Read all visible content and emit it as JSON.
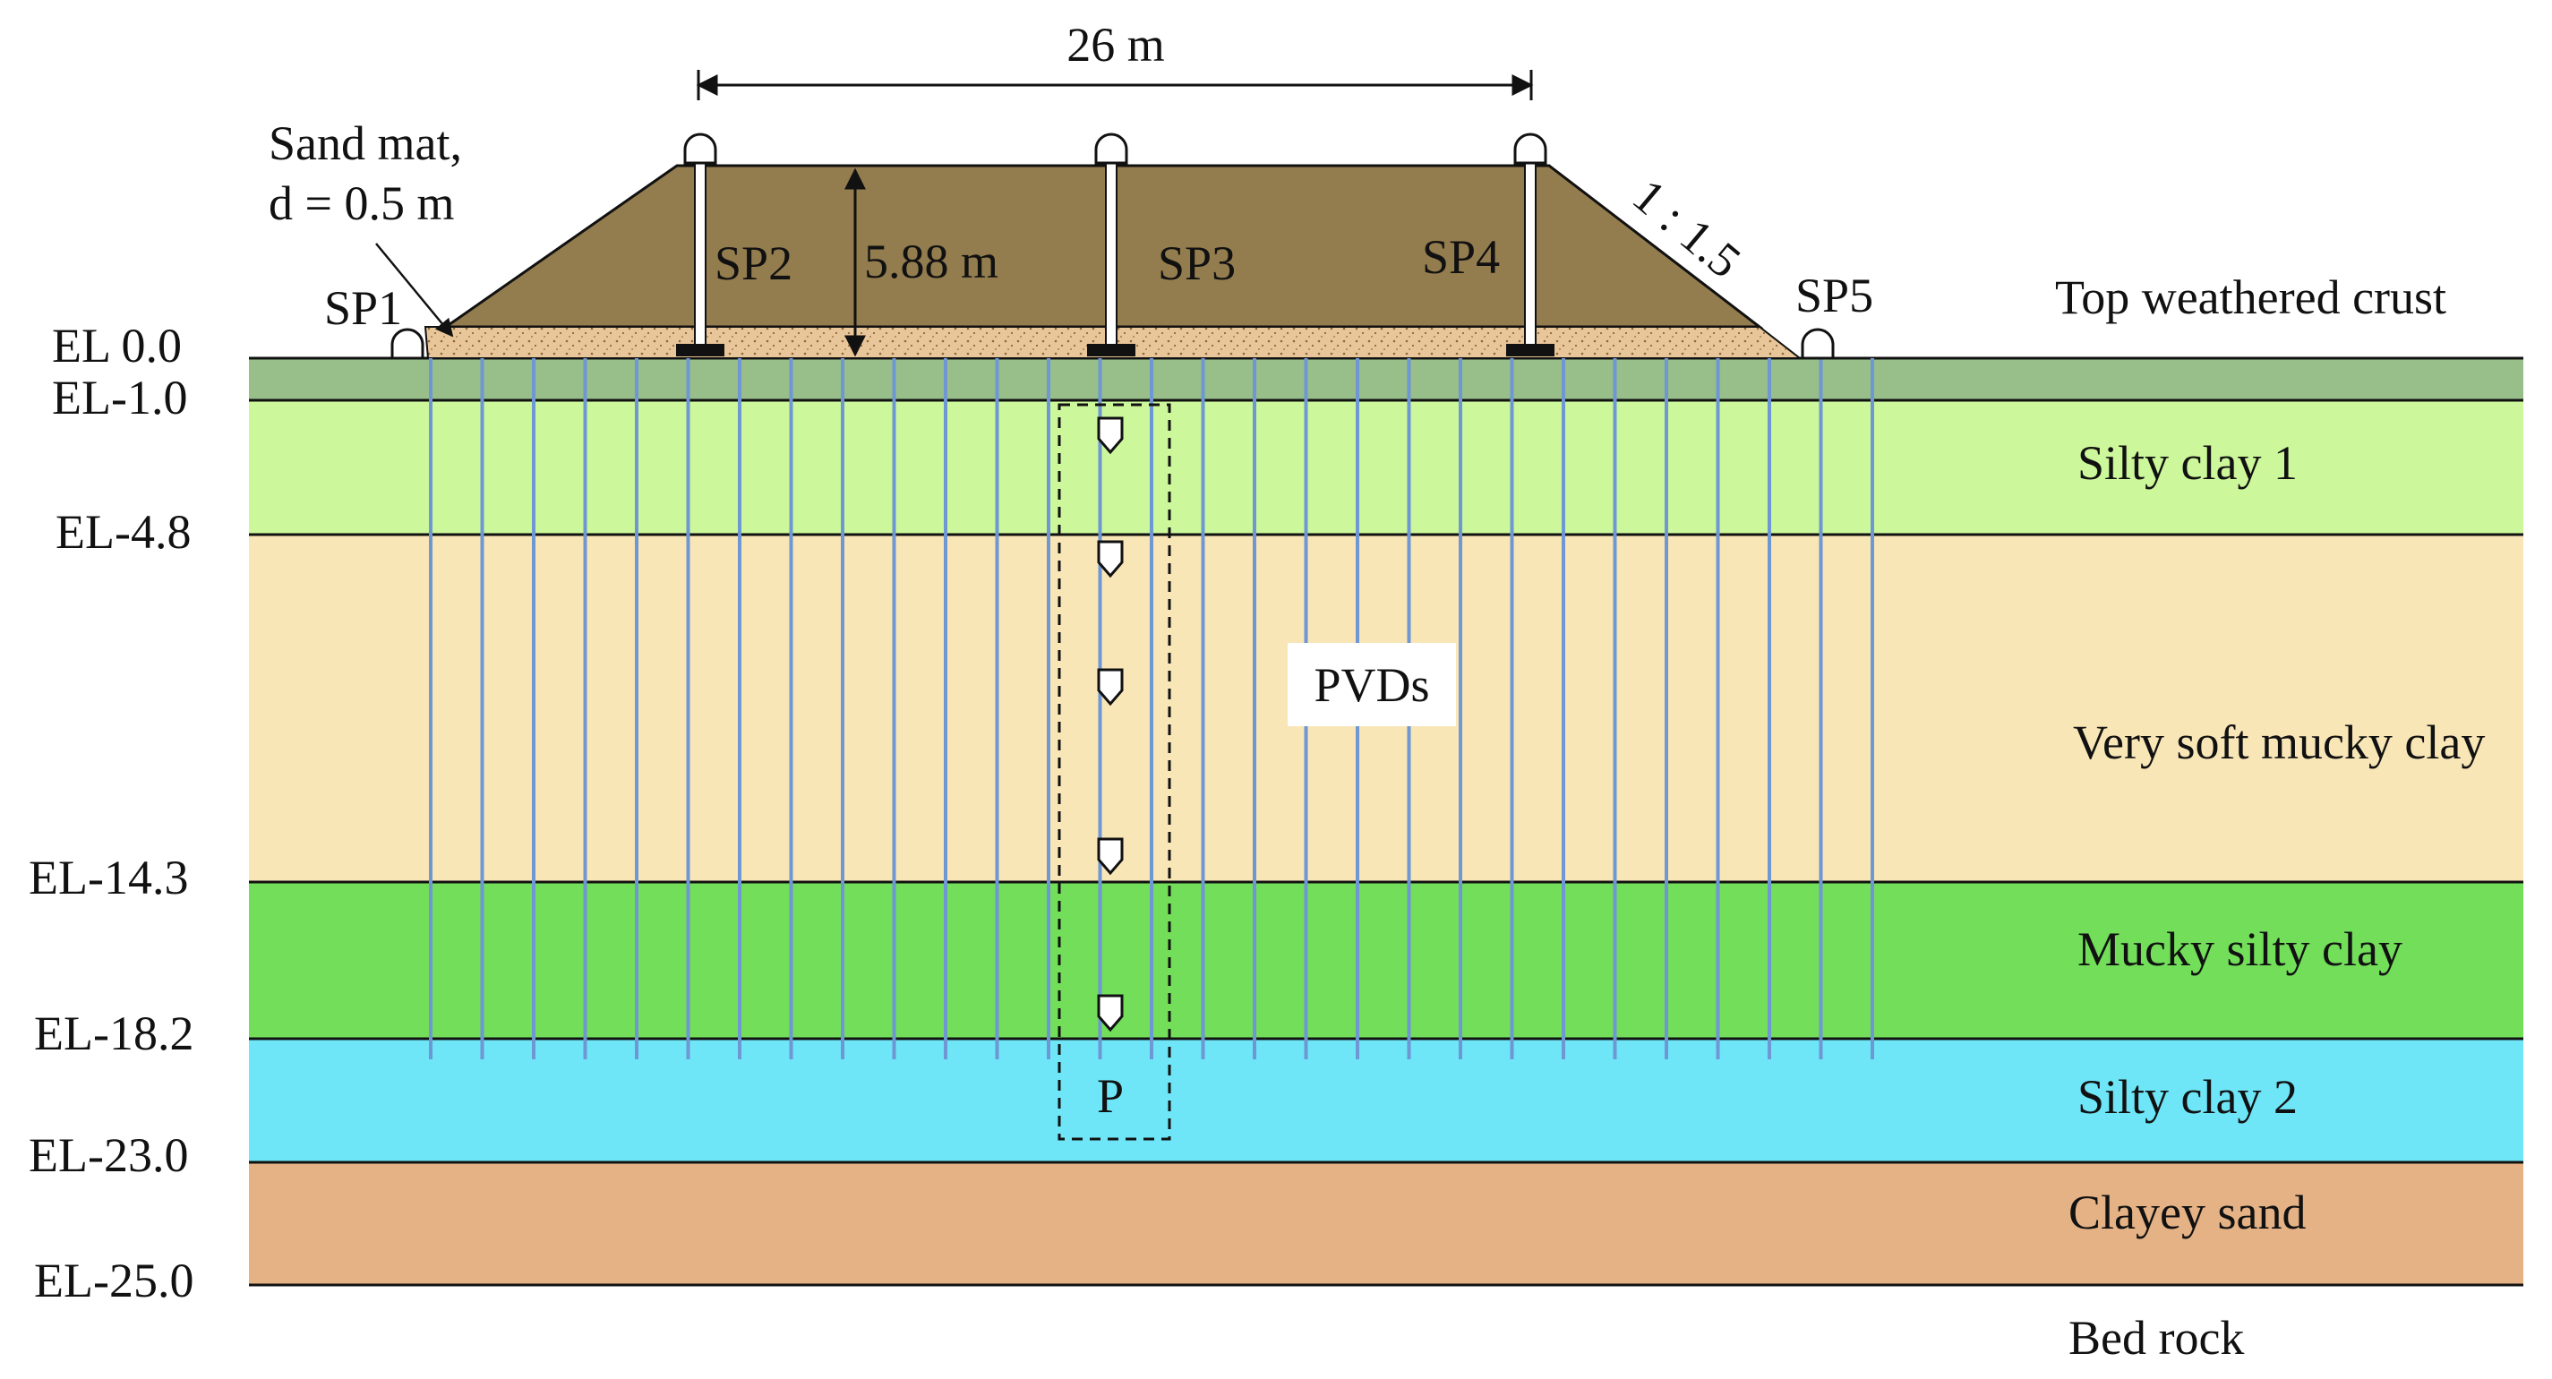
{
  "dimensions": {
    "top_width": "26 m",
    "height": "5.88 m",
    "slope": "1 : 1.5"
  },
  "sand_mat": {
    "line1": "Sand mat,",
    "line2": "d = 0.5 m"
  },
  "settlement_plates": [
    "SP1",
    "SP2",
    "SP3",
    "SP4",
    "SP5"
  ],
  "elevations": [
    "EL 0.0",
    "EL-1.0",
    "EL-4.8",
    "EL-14.3",
    "EL-18.2",
    "EL-23.0",
    "EL-25.0"
  ],
  "layers": [
    {
      "name": "Top weathered crust",
      "color": "#98BE8A"
    },
    {
      "name": "Silty clay 1",
      "color": "#CCF79A"
    },
    {
      "name": "Very soft mucky clay",
      "color": "#F9E6B7"
    },
    {
      "name": "Mucky silty clay",
      "color": "#72DE5A"
    },
    {
      "name": "Silty clay 2",
      "color": "#6EE6F8"
    },
    {
      "name": "Clayey sand",
      "color": "#E4B285"
    },
    {
      "name": "Bed rock",
      "color": "#FFFFFF"
    }
  ],
  "pvd_label": "PVDs",
  "piezometer_label": "P",
  "colors": {
    "embankment": "#937C4E",
    "sand_mat": "#E9C69A",
    "pvd": "#6F97D3"
  }
}
